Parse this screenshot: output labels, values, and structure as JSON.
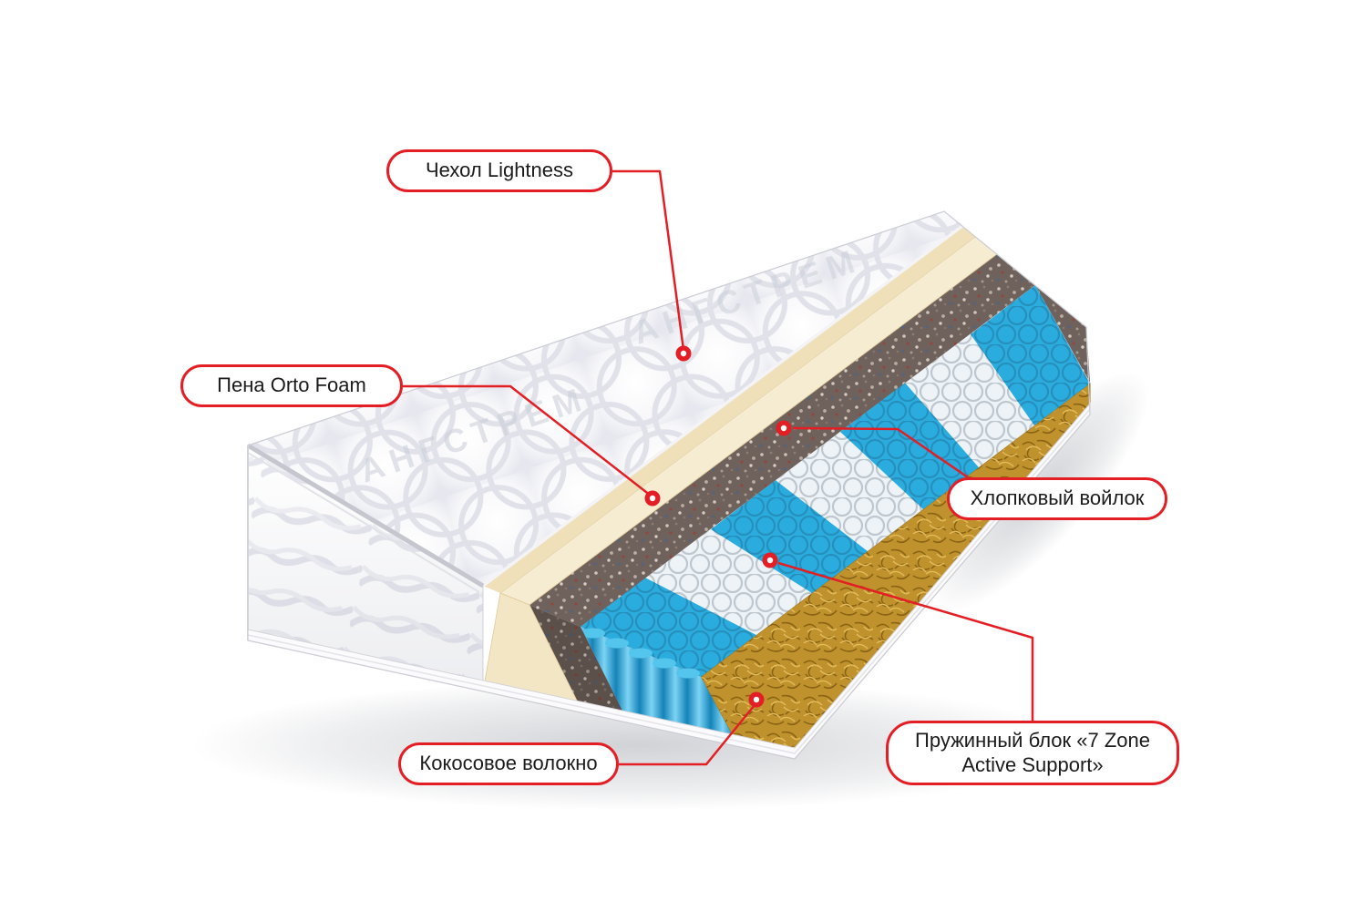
{
  "diagram": {
    "watermark": "АНГСТРЕМ",
    "labels": {
      "cover": "Чехол Lightness",
      "foam": "Пена Orto Foam",
      "felt": "Хлопковый войлок",
      "springs": "Пружинный блок «7 Zone Active Support»",
      "coir": "Кокосовое волокно"
    },
    "colors": {
      "accent": "#e31e24",
      "spring_blue": "#2bacdf",
      "foam_cream": "#f6ecd2",
      "felt_brown": "#6f615b",
      "coir_gold": "#c0922e"
    }
  }
}
